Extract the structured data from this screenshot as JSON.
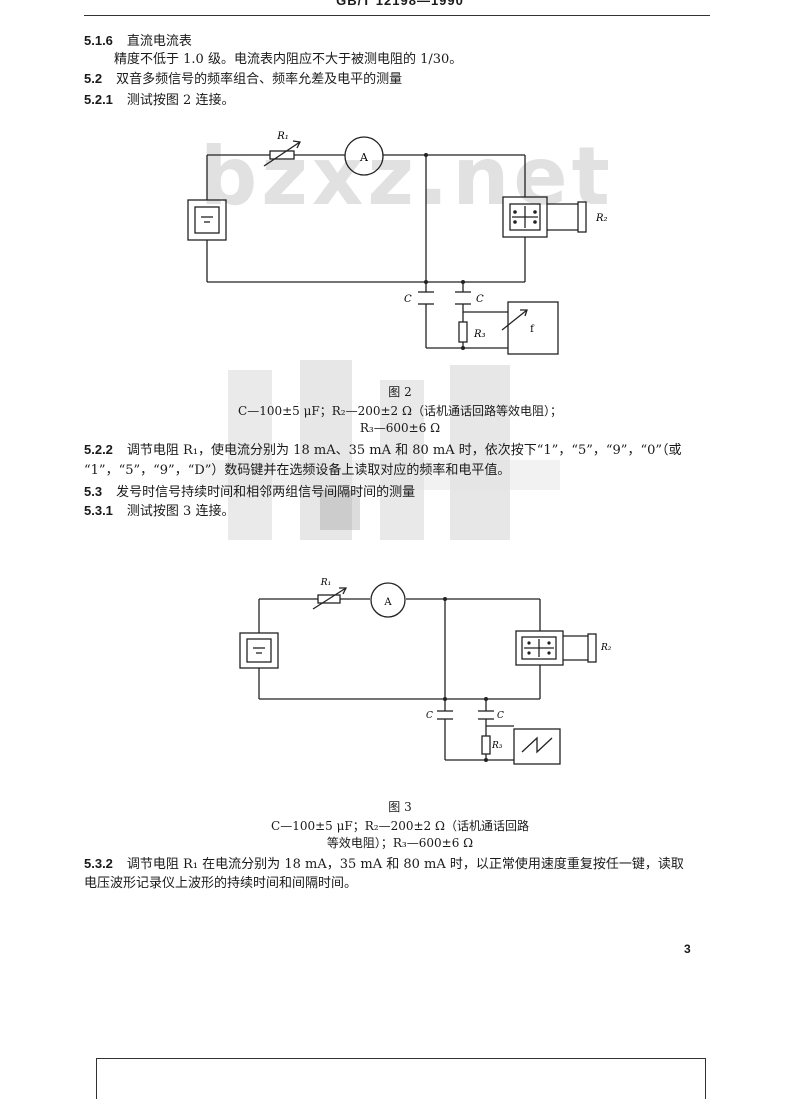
{
  "header": {
    "standard": "GB/T 12198—1990"
  },
  "sections": {
    "s516": {
      "num": "5.1.6",
      "title": "直流电流表"
    },
    "s516_body": "精度不低于 1.0 级。电流表内阻应不大于被测电阻的 1/30。",
    "s52": {
      "num": "5.2",
      "title": "双音多频信号的频率组合、频率允差及电平的测量"
    },
    "s521": {
      "num": "5.2.1",
      "title": "测试按图 2 连接。"
    },
    "s522": {
      "num": "5.2.2",
      "line1": "调节电阻 R₁，使电流分别为 18 mA、35 mA 和 80 mA 时，依次按下“1”，“5”，“9”，“0”（或",
      "line2": "“1”，“5”，“9”，“D”）数码键并在选频设备上读取对应的频率和电平值。"
    },
    "s53": {
      "num": "5.3",
      "title": "发号时信号持续时间和相邻两组信号间隔时间的测量"
    },
    "s531": {
      "num": "5.3.1",
      "title": "测试按图 3 连接。"
    },
    "s532": {
      "num": "5.3.2",
      "line1": "调节电阻 R₁ 在电流分别为 18 mA，35 mA 和 80 mA 时，以正常使用速度重复按任一键，读取",
      "line2": "电压波形记录仪上波形的持续时间和间隔时间。"
    }
  },
  "figure2": {
    "caption": "图 2",
    "note1": "C—100±5 μF；R₂—200±2 Ω（话机通话回路等效电阻）；",
    "note2": "R₃—600±6 Ω",
    "labels": {
      "r1": "R₁",
      "r2": "R₂",
      "r3": "R₃",
      "c_left": "C",
      "c_right": "C",
      "ammeter": "A",
      "meter_box": "f"
    }
  },
  "figure3": {
    "caption": "图 3",
    "note1": "C—100±5 μF；R₂—200±2 Ω（话机通话回路",
    "note2": "等效电阻）；R₃—600±6 Ω",
    "labels": {
      "r1": "R₁",
      "r2": "R₂",
      "r3": "R₃",
      "c_left": "C",
      "c_right": "C",
      "ammeter": "A"
    }
  },
  "watermark": {
    "text": "bzxz.net"
  },
  "page_number": "3"
}
